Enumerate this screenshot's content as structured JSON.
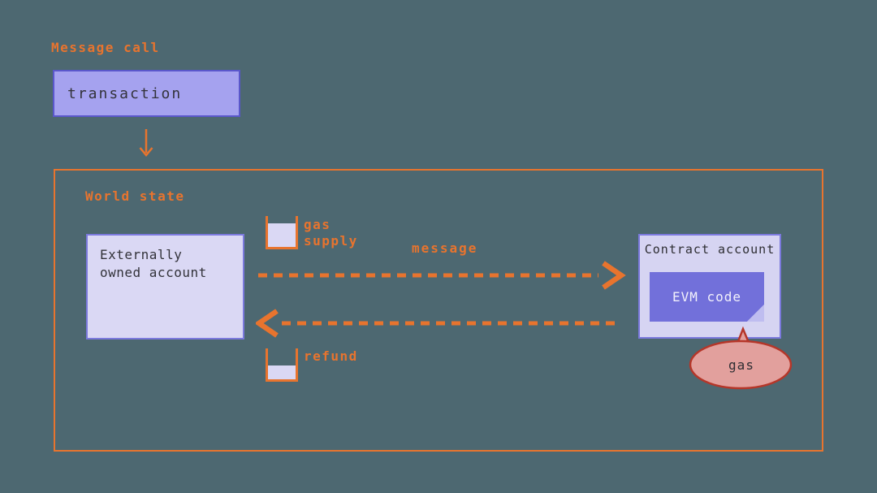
{
  "diagram": {
    "title": "Message call",
    "transaction_label": "transaction",
    "world_state": {
      "label": "World state",
      "eoa_label": "Externally\nowned account",
      "gas_supply_label": "gas\nsupply",
      "message_label": "message",
      "refund_label": "refund",
      "contract": {
        "title": "Contract account",
        "evm_label": "EVM code"
      },
      "gas_bubble_label": "gas"
    }
  },
  "colors": {
    "background": "#4d6871",
    "accent_orange": "#e8742e",
    "transaction_fill": "#a5a2ef",
    "transaction_border": "#5a57cb",
    "account_fill": "#dad8f4",
    "account_border": "#7b79dd",
    "evm_fill": "#7270da",
    "evm_fold": "#bfbdf0",
    "bubble_fill": "#e2a09d",
    "bubble_border": "#b53629",
    "text_dark": "#33333a"
  }
}
